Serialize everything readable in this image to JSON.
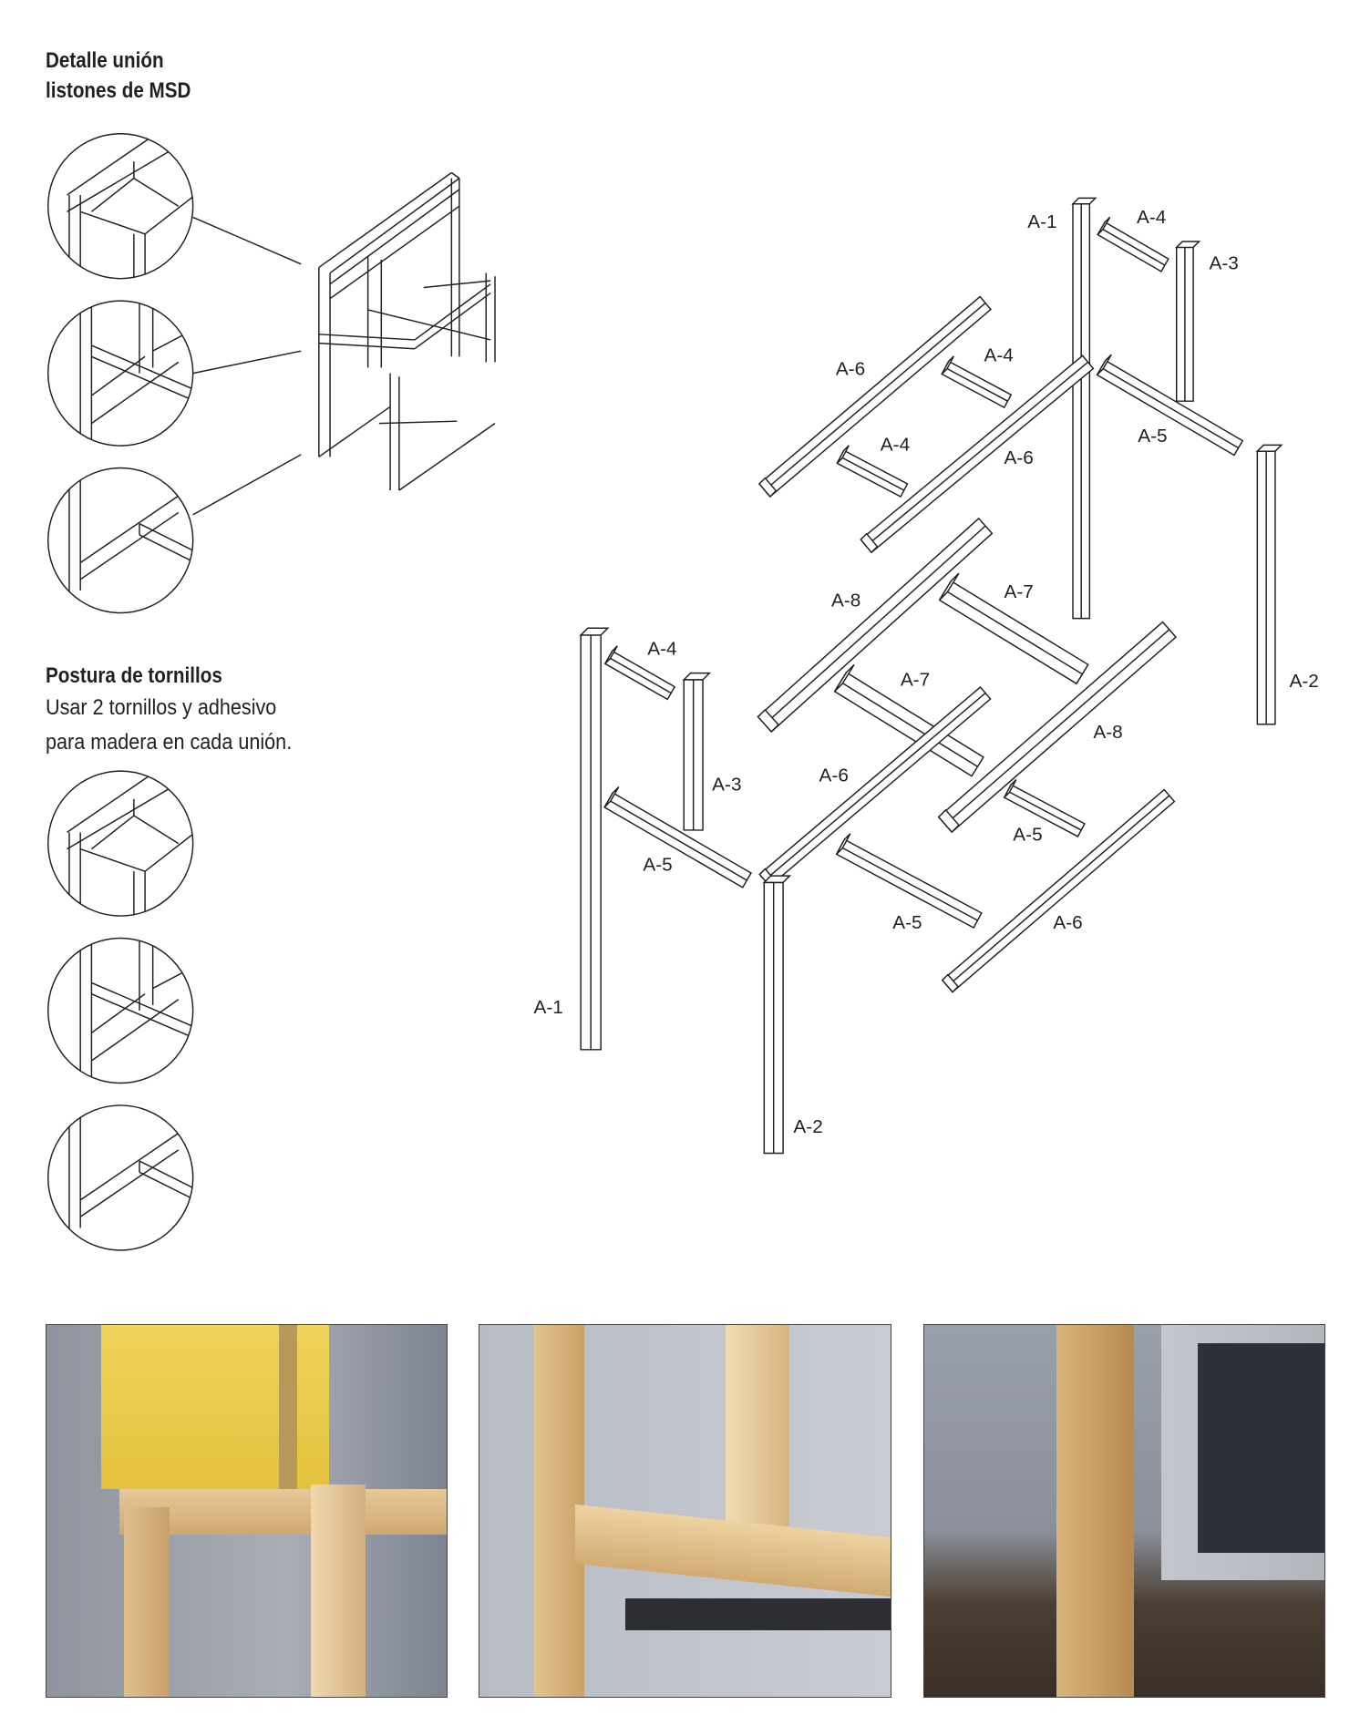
{
  "detail": {
    "title_line1": "Detalle unión",
    "title_line2": "listones de MSD"
  },
  "screws": {
    "title": "Postura de tornillos",
    "text_line1": "Usar 2 tornillos y adhesivo",
    "text_line2": "para madera en cada unión."
  },
  "parts": [
    {
      "label": "A-1"
    },
    {
      "label": "A-4"
    },
    {
      "label": "A-3"
    },
    {
      "label": "A-6"
    },
    {
      "label": "A-4"
    },
    {
      "label": "A-4"
    },
    {
      "label": "A-6"
    },
    {
      "label": "A-5"
    },
    {
      "label": "A-2"
    },
    {
      "label": "A-8"
    },
    {
      "label": "A-7"
    },
    {
      "label": "A-4"
    },
    {
      "label": "A-7"
    },
    {
      "label": "A-8"
    },
    {
      "label": "A-3"
    },
    {
      "label": "A-6"
    },
    {
      "label": "A-5"
    },
    {
      "label": "A-5"
    },
    {
      "label": "A-5"
    },
    {
      "label": "A-6"
    },
    {
      "label": "A-1"
    },
    {
      "label": "A-2"
    }
  ],
  "photos": [
    {
      "subject": "yellow-box-frame-joint"
    },
    {
      "subject": "wood-cross-joint"
    },
    {
      "subject": "wood-post-floor"
    }
  ]
}
